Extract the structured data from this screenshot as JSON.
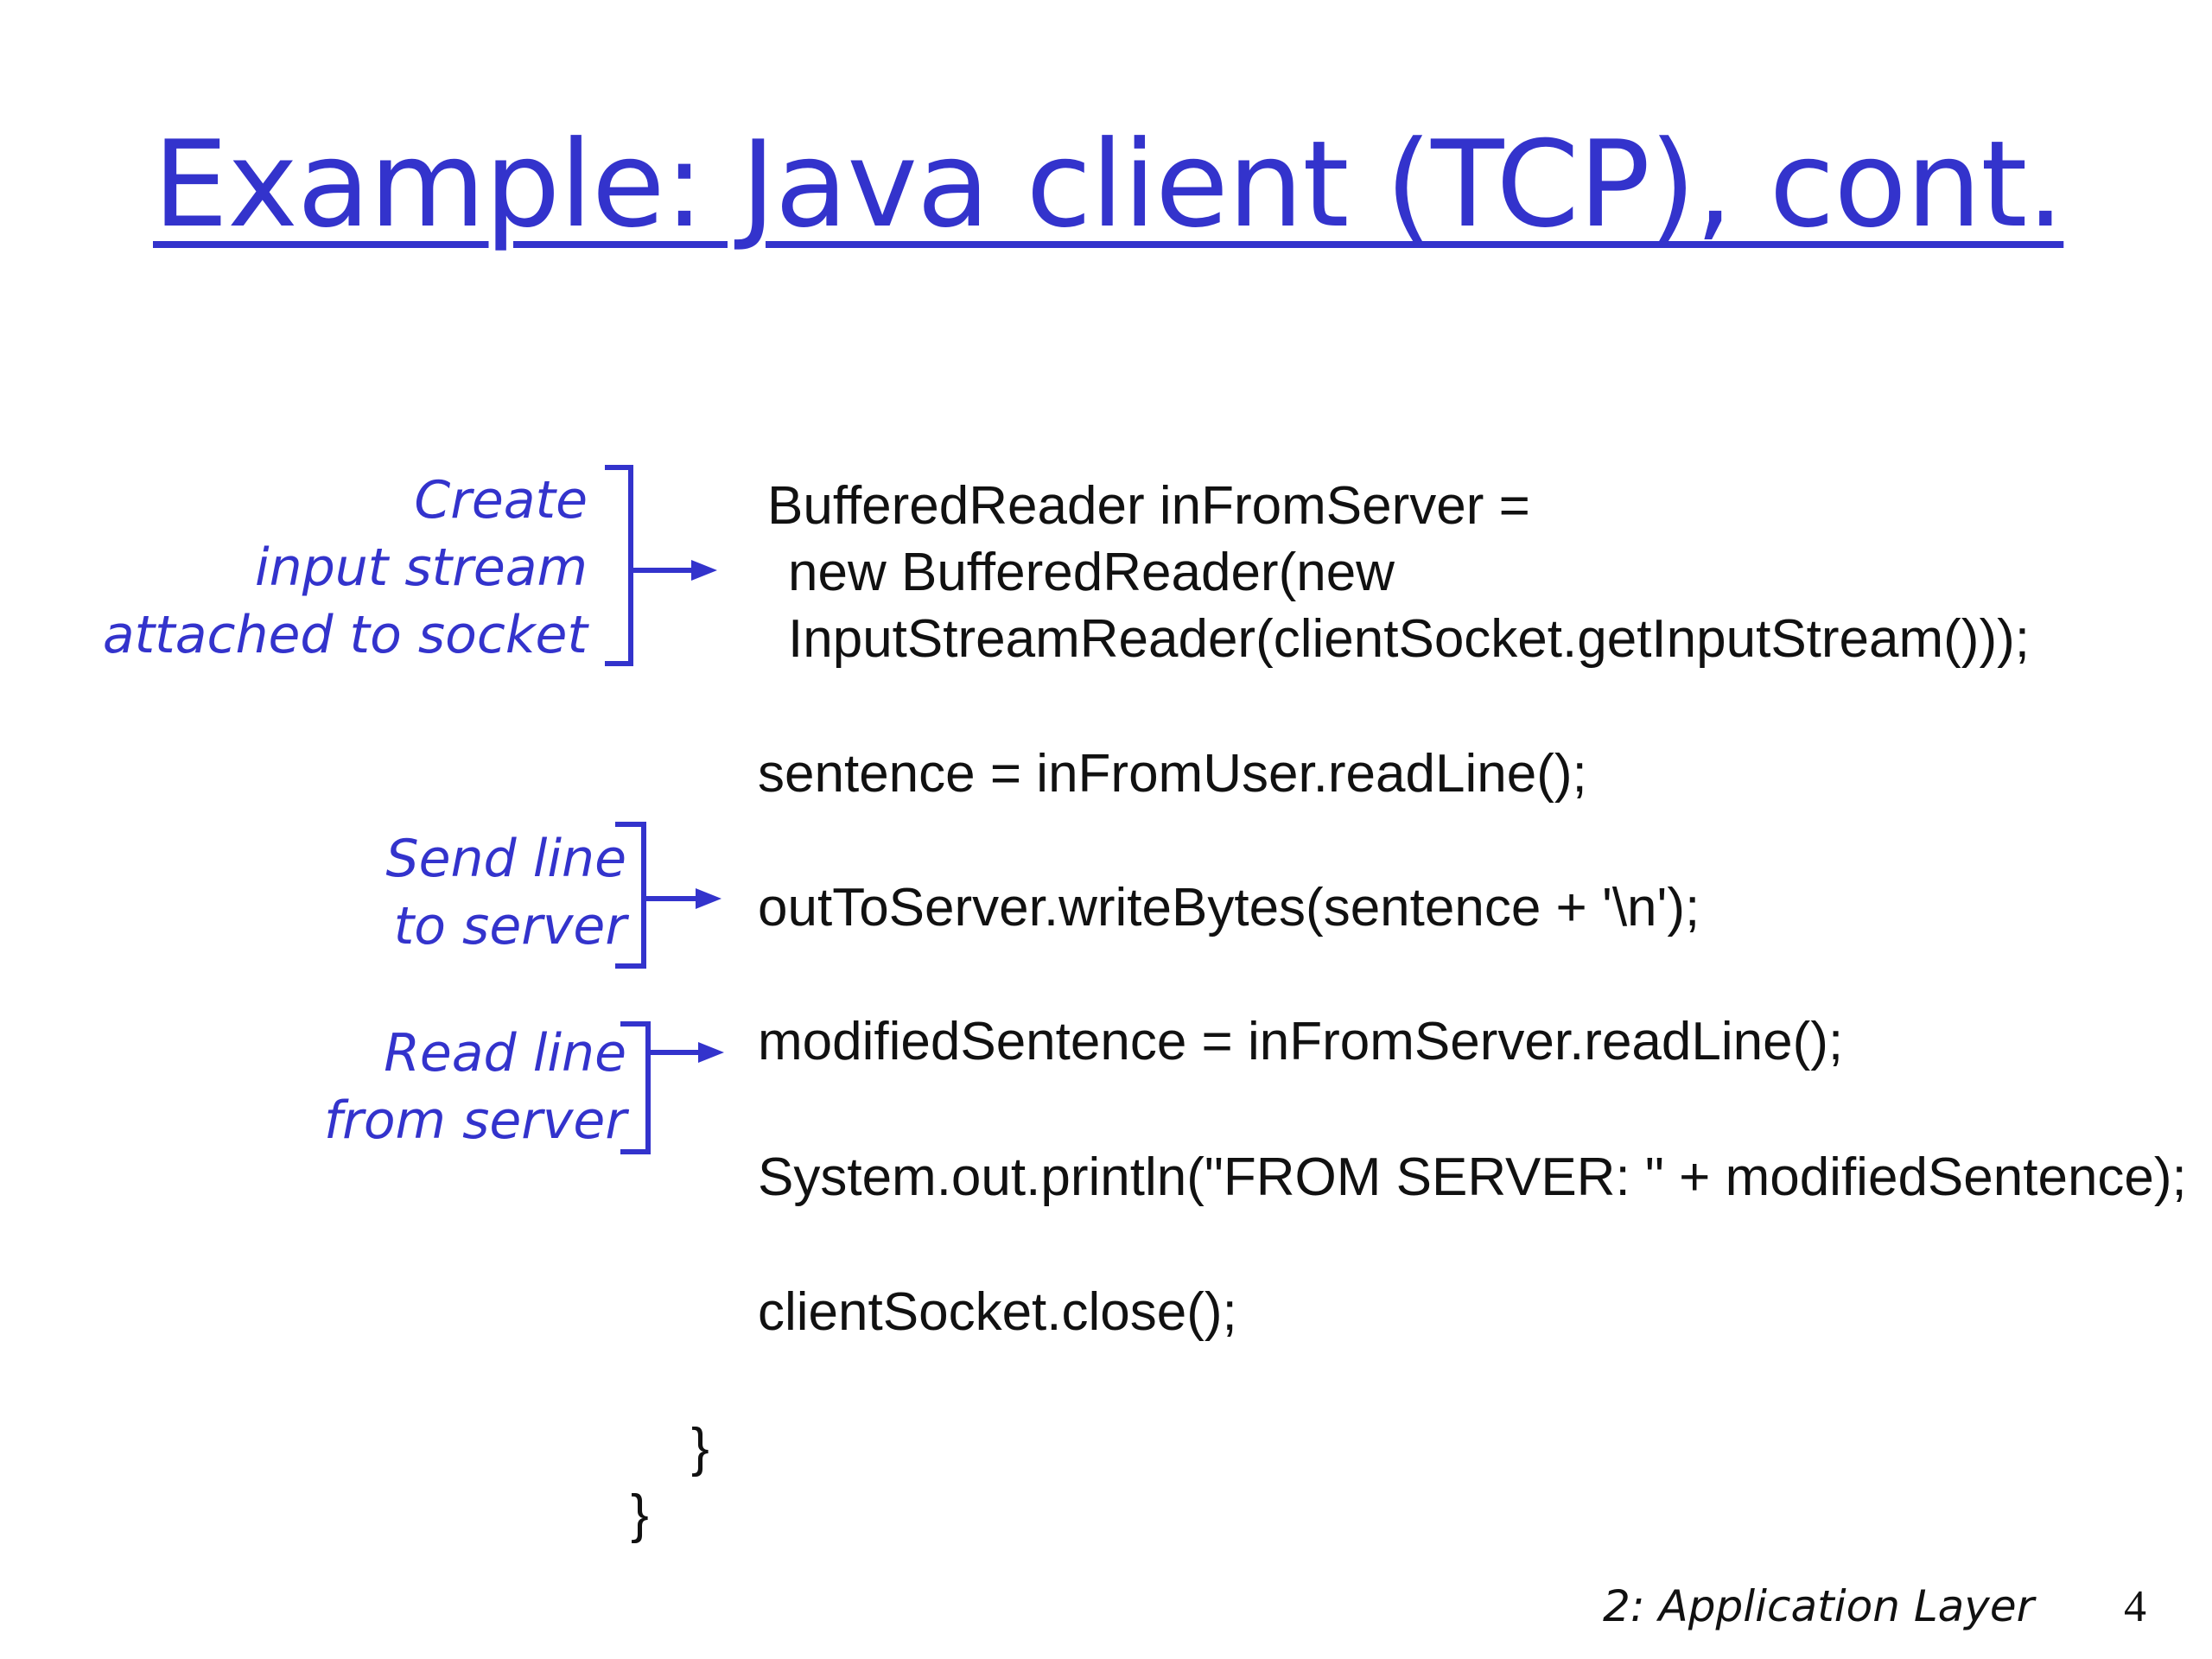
{
  "slide": {
    "title": "Example: Java client (TCP), cont.",
    "accent_color": "#3333cc",
    "text_color": "#111111",
    "annotations": [
      {
        "lines": [
          "Create",
          "input stream",
          "attached to socket"
        ]
      },
      {
        "lines": [
          "Send line",
          "to server"
        ]
      },
      {
        "lines": [
          "Read line",
          "from server"
        ]
      }
    ],
    "code_lines": [
      "BufferedReader inFromServer =",
      "new BufferedReader(new",
      "InputStreamReader(clientSocket.getInputStream()));",
      "sentence = inFromUser.readLine();",
      "outToServer.writeBytes(sentence + '\\n');",
      "modifiedSentence = inFromServer.readLine();",
      "System.out.println(\"FROM SERVER: \" + modifiedSentence);",
      "clientSocket.close();",
      "}",
      "}"
    ],
    "footer": {
      "label": "2: Application Layer",
      "page_number": "4"
    }
  }
}
